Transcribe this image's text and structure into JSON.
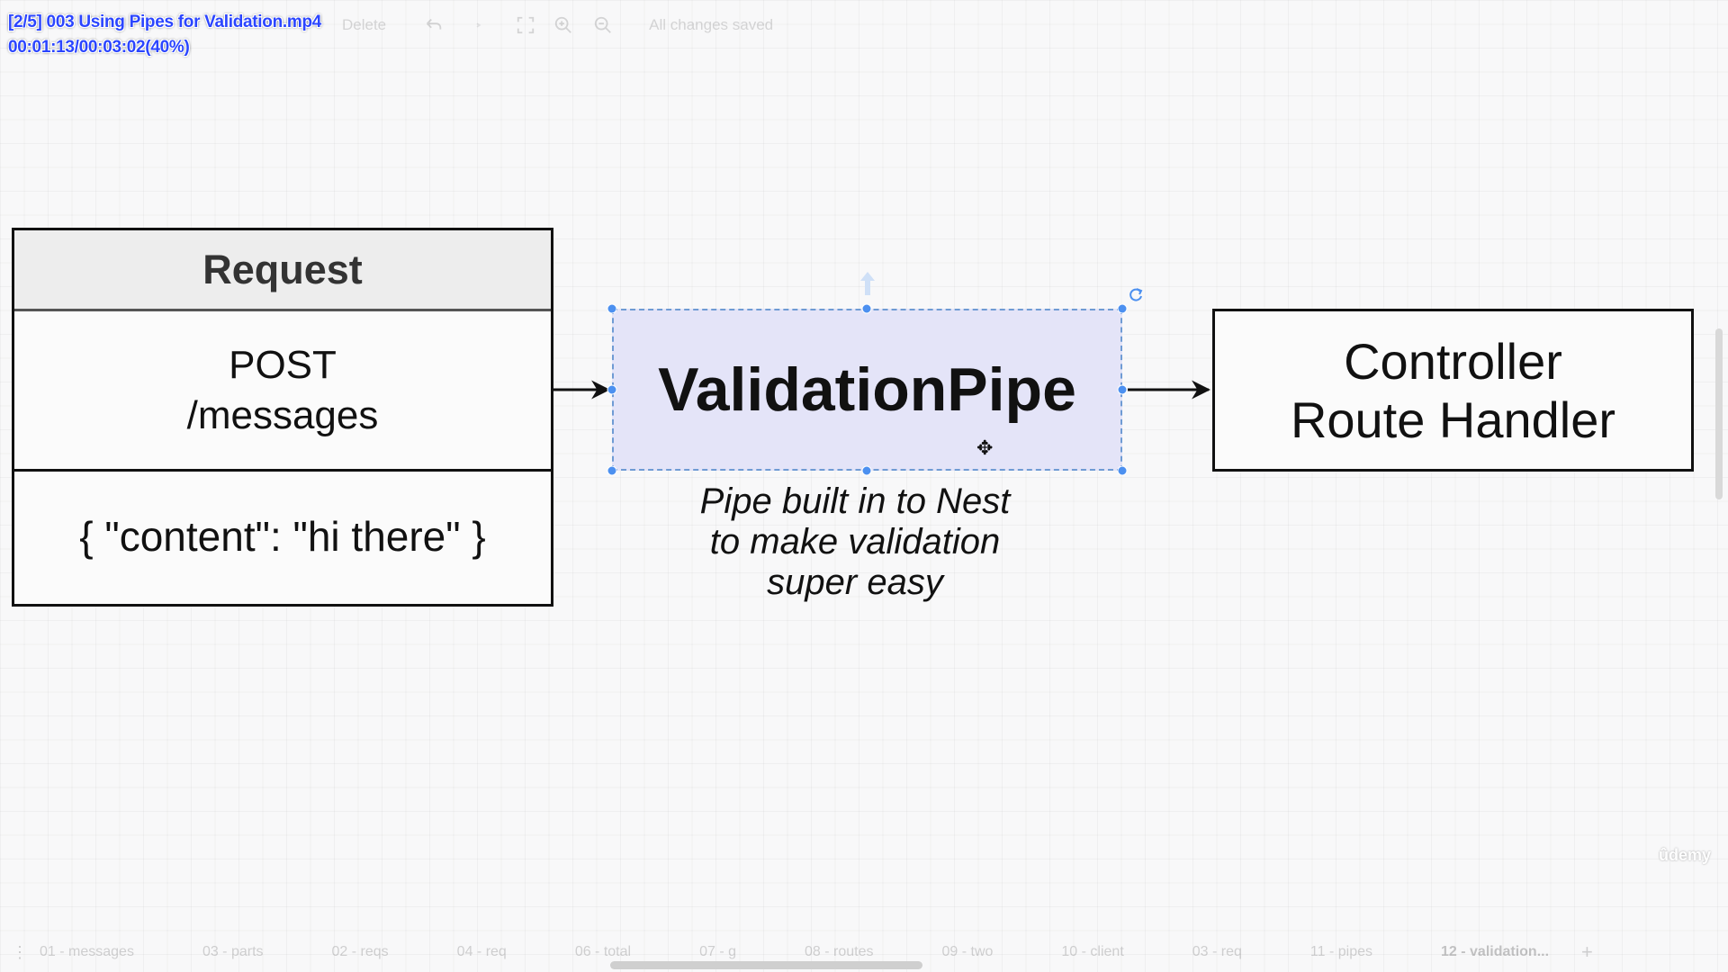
{
  "overlay": {
    "title": "[2/5] 003 Using Pipes for Validation.mp4",
    "timestamp": "00:01:13/00:03:02(40%)"
  },
  "toolbar": {
    "delete_label": "Delete",
    "status": "All changes saved"
  },
  "diagram": {
    "request": {
      "header": "Request",
      "method": "POST",
      "path": "/messages",
      "body": "{ \"content\": \"hi there\" }"
    },
    "pipe": {
      "label": "ValidationPipe",
      "caption_lines": [
        "Pipe built in to Nest",
        "to make validation",
        "super easy"
      ]
    },
    "controller": {
      "line1": "Controller",
      "line2": "Route Handler"
    }
  },
  "watermark": "ûdemy",
  "pages": {
    "tabs": [
      "01 - messages",
      "03 - parts",
      "02 - reqs",
      "04 - req",
      "06 - total",
      "07 - g",
      "08 - routes",
      "09 - two",
      "10 - client",
      "03 - req",
      "11 - pipes",
      "12 - validation..."
    ],
    "active_tab": "12 - validation..."
  },
  "colors": {
    "overlay_text": "#2b45ff",
    "selection_fill": "#e4e4f8",
    "selection_handle": "#4c90f0"
  }
}
